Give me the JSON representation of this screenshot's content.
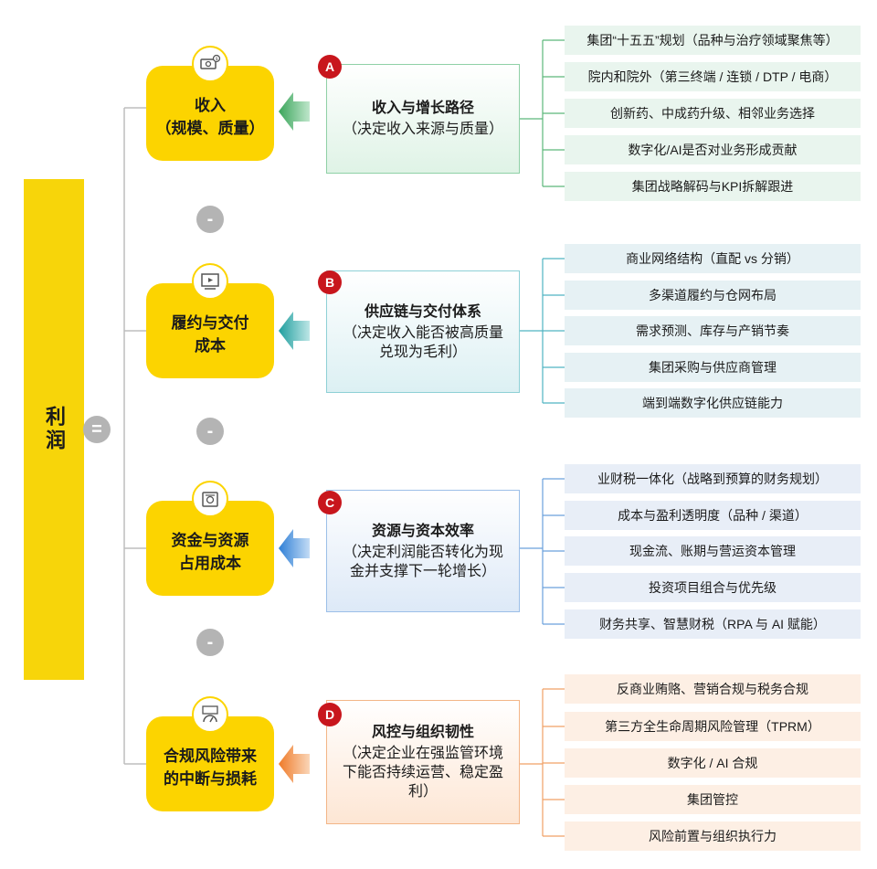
{
  "root": {
    "label": "利润",
    "equals": "="
  },
  "operators": [
    "-",
    "-",
    "-"
  ],
  "factors": [
    {
      "label": "收入\n（规模、质量）",
      "icon": "money-icon"
    },
    {
      "label": "履约与交付\n成本",
      "icon": "presentation-icon"
    },
    {
      "label": "资金与资源\n占用成本",
      "icon": "cash-register-icon"
    },
    {
      "label": "合规风险带来\n的中断与损耗",
      "icon": "gauge-chart-icon"
    }
  ],
  "groups": [
    {
      "badge": "A",
      "title": "收入与增长路径",
      "desc": "（决定收入来源与质量）",
      "color": "#4caf6e",
      "items": [
        "集团“十五五”规划（品种与治疗领域聚焦等）",
        "院内和院外（第三终端 / 连锁 / DTP / 电商）",
        "创新药、中成药升级、相邻业务选择",
        "数字化/AI是否对业务形成贡献",
        "集团战略解码与KPI拆解跟进"
      ]
    },
    {
      "badge": "B",
      "title": "供应链与交付体系",
      "desc": "（决定收入能否被高质量兑现为毛利）",
      "color": "#2aa8a8",
      "items": [
        "商业网络结构（直配 vs 分销）",
        "多渠道履约与仓网布局",
        "需求预测、库存与产销节奏",
        "集团采购与供应商管理",
        "端到端数字化供应链能力"
      ]
    },
    {
      "badge": "C",
      "title": "资源与资本效率",
      "desc": "（决定利润能否转化为现金并支撑下一轮增长）",
      "color": "#4a90d9",
      "items": [
        "业财税一体化（战略到预算的财务规划）",
        "成本与盈利透明度（品种 / 渠道）",
        "现金流、账期与营运资本管理",
        "投资项目组合与优先级",
        "财务共享、智慧财税（RPA 与 AI 赋能）"
      ]
    },
    {
      "badge": "D",
      "title": "风控与组织韧性",
      "desc": "（决定企业在强监管环境下能否持续运营、稳定盈利）",
      "color": "#f08a3c",
      "items": [
        "反商业贿赂、营销合规与税务合规",
        "第三方全生命周期风险管理（TPRM）",
        "数字化 / AI 合规",
        "集团管控",
        "风险前置与组织执行力"
      ]
    }
  ]
}
